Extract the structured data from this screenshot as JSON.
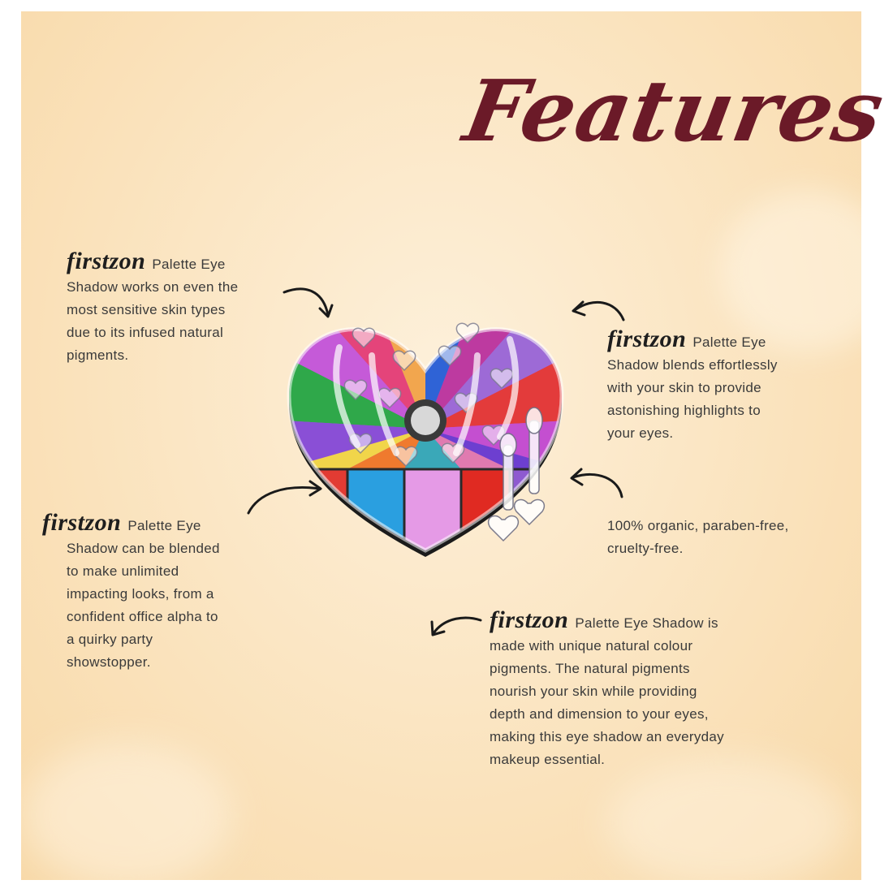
{
  "title": "Features",
  "blocks": [
    {
      "brand": "firstzon",
      "lead": "Palette Eye",
      "lines": [
        "Shadow works on even the",
        "most sensitive skin types",
        "due to its infused natural",
        "pigments."
      ]
    },
    {
      "brand": "firstzon",
      "lead": "Palette Eye",
      "lines": [
        "Shadow blends effortlessly",
        "with your skin to provide",
        "astonishing highlights to",
        "your eyes."
      ]
    },
    {
      "brand": "firstzon",
      "lead": "Palette Eye",
      "lines": [
        "Shadow can be blended",
        "to make unlimited",
        "impacting looks, from a",
        "confident office alpha to",
        "a quirky party",
        "showstopper."
      ]
    },
    {
      "lines": [
        "100% organic, paraben-free,",
        "cruelty-free."
      ]
    },
    {
      "brand": "firstzon",
      "lead": "Palette Eye Shadow is",
      "lines": [
        "made with unique natural colour",
        "pigments. The natural pigments",
        "nourish your skin while providing",
        "depth and dimension to your eyes,",
        "making this eye shadow an everyday",
        "makeup essential."
      ]
    }
  ],
  "colors": {
    "title": "#6b1a28",
    "background": "#fbe6c4",
    "text": "#3a3a3a"
  },
  "icons": [
    "curved-arrow-icon",
    "heart-eyeshadow-palette-image"
  ]
}
